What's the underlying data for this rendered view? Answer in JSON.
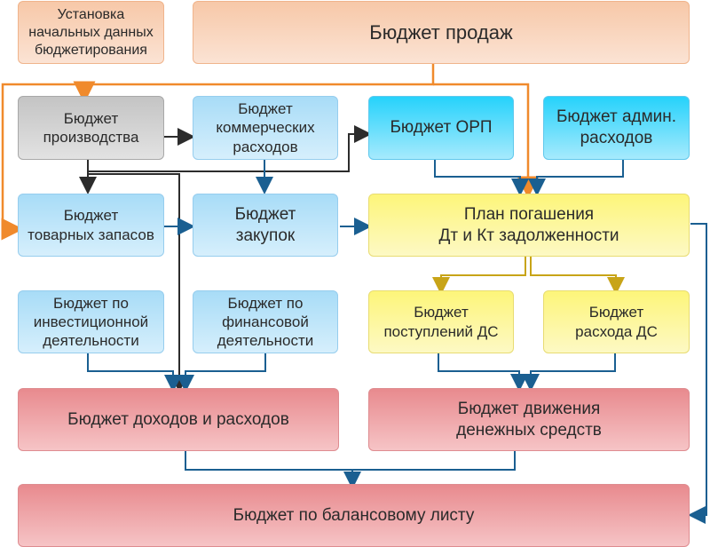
{
  "colors": {
    "orange_line": "#f08a2c",
    "dark_line": "#2c2c2c",
    "blue_line": "#1a5f91",
    "gold_line": "#c8a418"
  },
  "boxes": {
    "setup": "Установка\nначальных данных\nбюджетирования",
    "sales": "Бюджет продаж",
    "production": "Бюджет\nпроизводства",
    "commercial": "Бюджет\nкоммерческих\nрасходов",
    "orp": "Бюджет ОРП",
    "admin": "Бюджет админ.\nрасходов",
    "inventory": "Бюджет\nтоварных запасов",
    "purchases": "Бюджет\nзакупок",
    "repayment_plan": "План погашения\nДт и Кт задолженности",
    "investment": "Бюджет по\nинвестиционной\nдеятельности",
    "financial": "Бюджет по\nфинансовой\nдеятельности",
    "cash_receipts": "Бюджет\nпоступлений ДС",
    "cash_expenses": "Бюджет\nрасхода ДС",
    "income_expenses": "Бюджет доходов и расходов",
    "cash_flow": "Бюджет движения\nденежных средств",
    "balance_sheet": "Бюджет по балансовому листу"
  }
}
